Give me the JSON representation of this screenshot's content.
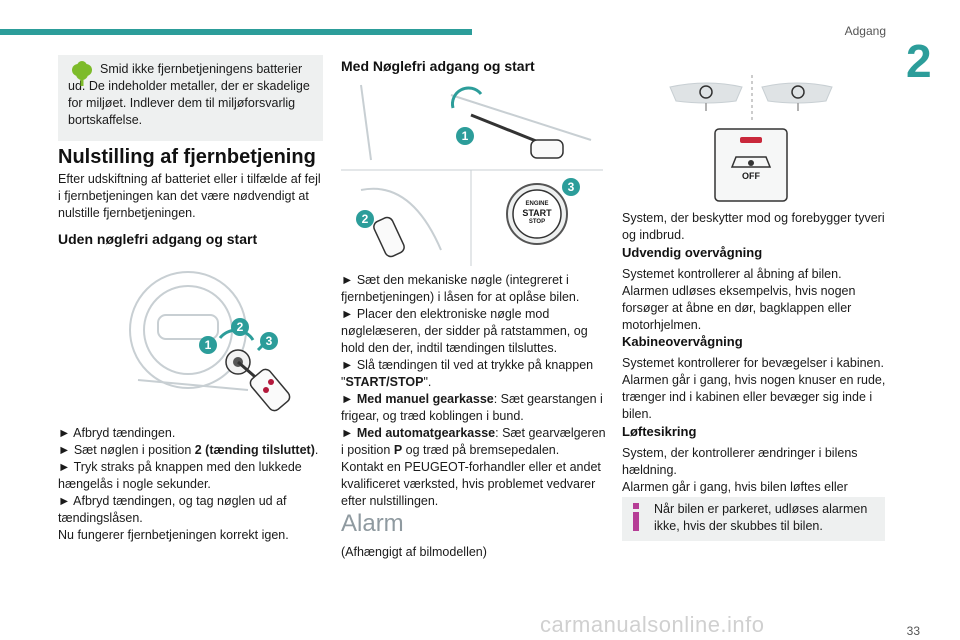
{
  "header": {
    "section_label": "Adgang",
    "chapter_number": "2"
  },
  "col1": {
    "eco_note": "Smid ikke fjernbetjeningens batterier ud. De indeholder metaller, der er skadelige for miljøet. Indlever dem til miljøforsvarlig bortskaffelse.",
    "heading": "Nulstilling af fjernbetjening",
    "intro": "Efter udskiftning af batteriet eller i tilfælde af fejl i fjernbetjeningen kan det være nødvendigt at nulstille fjernbetjeningen.",
    "subheading": "Uden nøglefri adgang og start",
    "illus_labels": [
      "1",
      "2",
      "3"
    ],
    "steps": [
      "► Afbryd tændingen.",
      "► Sæt nøglen i position ",
      "2 (tænding tilsluttet)",
      ".",
      "► Tryk straks på knappen med den lukkede hængelås i nogle sekunder.",
      "► Afbryd tændingen, og tag nøglen ud af tændingslåsen.",
      "Nu fungerer fjernbetjeningen korrekt igen."
    ]
  },
  "col2": {
    "subheading": "Med Nøglefri adgang og start",
    "illus_labels": [
      "1",
      "2",
      "3"
    ],
    "button_text": [
      "ENGINE",
      "START",
      "STOP"
    ],
    "steps": [
      "► Sæt den mekaniske nøgle (integreret i fjernbetjeningen) i låsen for at oplåse bilen.",
      "► Placer den elektroniske nøgle mod nøglelæseren, der sidder på ratstammen, og hold den der, indtil tændingen tilsluttes.",
      "► Slå tændingen til ved at trykke på knappen \"",
      "START/STOP",
      "\".",
      "► ",
      "Med manuel gearkasse",
      ": Sæt gearstangen i frigear, og træd koblingen i bund.",
      "► ",
      "Med automatgearkasse",
      ": Sæt gearvælgeren i position ",
      "P",
      " og træd på bremsepedalen.",
      "Kontakt en PEUGEOT-forhandler eller et andet kvalificeret værksted, hvis problemet vedvarer efter nulstillingen."
    ],
    "alarm_heading": "Alarm",
    "alarm_note": "(Afhængigt af bilmodellen)"
  },
  "col3": {
    "off_label": "OFF",
    "intro": "System, der beskytter mod og forebygger tyveri og indbrud.",
    "ext_heading": "Udvendig overvågning",
    "ext_text": "Systemet kontrollerer al åbning af bilen. Alarmen udløses eksempelvis, hvis nogen forsøger at åbne en dør, bagklappen eller motorhjelmen.",
    "cab_heading": "Kabineovervågning",
    "cab_text": "Systemet kontrollerer for bevægelser i kabinen. Alarmen går i gang, hvis nogen knuser en rude, trænger ind i kabinen eller bevæger sig inde i bilen.",
    "tilt_heading": "Løftesikring",
    "tilt_text1": "System, der kontrollerer ændringer i bilens hældning.",
    "tilt_text2": "Alarmen går i gang, hvis bilen løftes eller flyttes.",
    "info_note": "Når bilen er parkeret, udløses alarmen ikke, hvis der skubbes til bilen."
  },
  "footer": {
    "page_number": "33",
    "watermark": "carmanualsonline.info"
  },
  "colors": {
    "accent": "#2c9d9a",
    "eco_green": "#7dbb2a",
    "info_purple": "#b63d96",
    "note_bg": "#eef0f0",
    "alarm_grey": "#8f9aa0"
  }
}
